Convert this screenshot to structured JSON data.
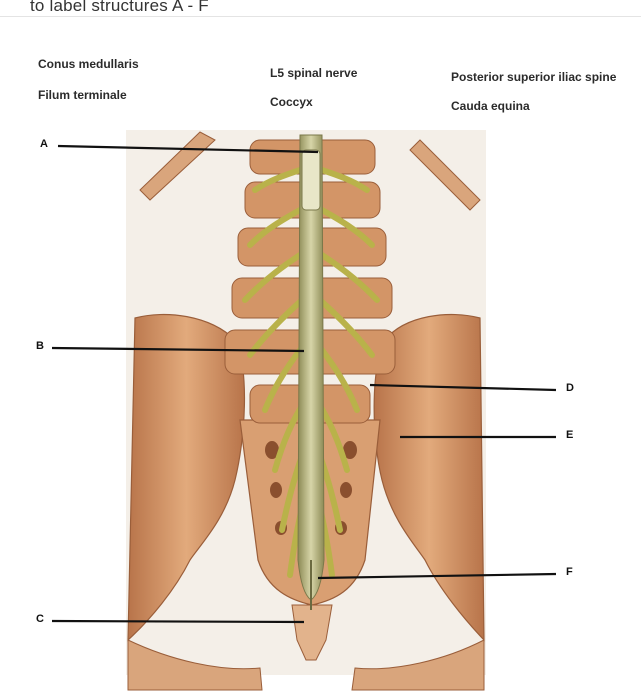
{
  "header": {
    "instruction": "to label structures A - F"
  },
  "word_bank": {
    "column1": [
      "Conus medullaris",
      "Filum terminale"
    ],
    "column2": [
      "L5 spinal nerve",
      "Coccyx"
    ],
    "column3": [
      "Posterior superior iliac spine",
      "Cauda equina"
    ]
  },
  "markers": [
    "A",
    "B",
    "C",
    "D",
    "E",
    "F"
  ],
  "colors": {
    "bone": "#d89a6b",
    "bone_dark": "#a8653e",
    "nerve": "#b5b04a",
    "cord": "#c9c89a",
    "leader_line": "#111111"
  }
}
